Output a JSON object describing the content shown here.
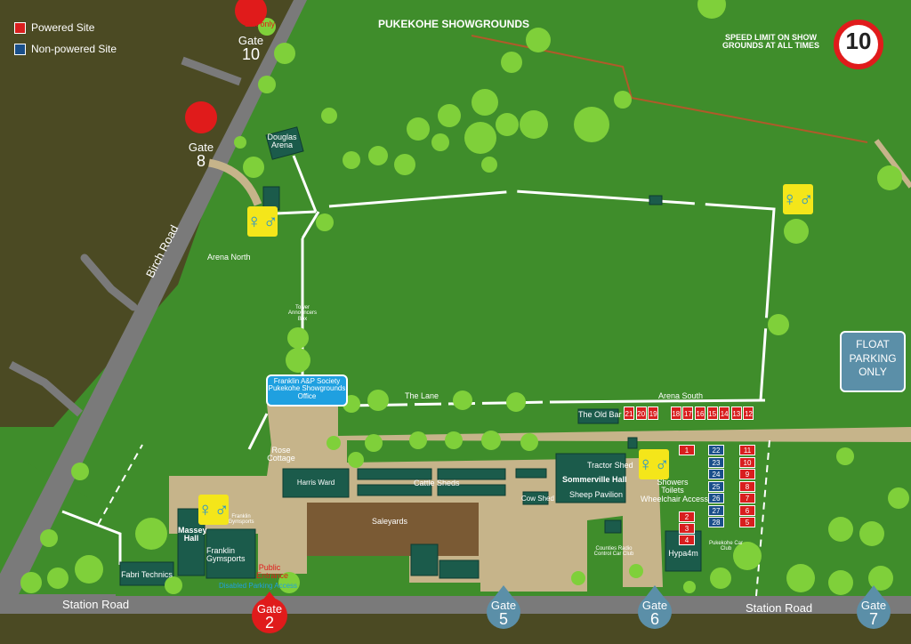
{
  "legend": {
    "powered": "Powered Site",
    "non_powered": "Non-powered Site",
    "powered_color": "#d81e1e",
    "non_powered_color": "#1a4f8a"
  },
  "title": "PUKEKOHE SHOWGROUNDS",
  "speed": {
    "text_line1": "SPEED LIMIT ON SHOW",
    "text_line2": "GROUNDS AT ALL TIMES",
    "value": "10"
  },
  "float_parking": {
    "line1": "FLOAT",
    "line2": "PARKING",
    "line3": "ONLY"
  },
  "gates": {
    "g10": {
      "label": "Gate",
      "num": "10"
    },
    "g8": {
      "label": "Gate",
      "num": "8"
    },
    "g2": {
      "label": "Gate",
      "num": "2"
    },
    "g5": {
      "label": "Gate",
      "num": "5"
    },
    "g6": {
      "label": "Gate",
      "num": "6"
    },
    "g7": {
      "label": "Gate",
      "num": "7"
    }
  },
  "roads": {
    "birch": "Birch Road",
    "station_left": "Station Road",
    "station_right": "Station Road"
  },
  "labels": {
    "exit": "Exit only",
    "douglas": "Douglas Arena",
    "arena_north": "Arena North",
    "arena_south": "Arena South",
    "tower": "Tower Announcers Box",
    "office1": "Franklin A&P Society",
    "office2": "Pukekohe Showgrounds",
    "office3": "Office",
    "the_lane": "The Lane",
    "old_bar": "The Old Bar",
    "rose1": "Rose",
    "rose2": "Cottage",
    "harris": "Harris Ward",
    "cattle": "Cattle Sheds",
    "tractor": "Tractor Shed",
    "sommerville": "Sommerville Hall",
    "sheep": "Sheep Pavilion",
    "cow": "Cow Shed",
    "showers": "Showers",
    "toilets": "Toilets",
    "wheelchair": "Wheelchair Accessible",
    "saleyards": "Saleyards",
    "massey1": "Massey",
    "massey2": "Hall",
    "franklin_gym_small": "Franklin Gymsports",
    "franklin_gym": "Franklin Gymsports",
    "public_entrance": "Public Entrance",
    "disabled": "Disabled Parking Access",
    "fabri": "Fabri Technics",
    "countries": "Counties Radio Control Car Club",
    "hypa": "Hypa4m",
    "pukekohe_car": "Pukekohe Car Club"
  },
  "sites_top": [
    "21",
    "20",
    "19",
    "18",
    "17",
    "16",
    "15",
    "14",
    "13",
    "12"
  ],
  "sites_blue": [
    "22",
    "23",
    "24",
    "25",
    "26",
    "27",
    "28"
  ],
  "sites_red_right": [
    "11",
    "10",
    "9",
    "8",
    "7",
    "6",
    "5"
  ],
  "sites_red_left": [
    "1",
    "2",
    "3",
    "4"
  ],
  "icons": {
    "toilet": "toilet-icon",
    "gate": "gate-marker-icon",
    "speed": "speed-sign-icon"
  }
}
